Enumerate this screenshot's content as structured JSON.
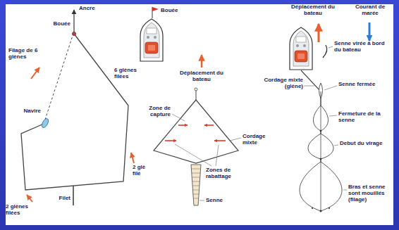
{
  "diagram": {
    "labels": [
      "Ancre",
      "Bouée",
      "Filage de 6 glènes",
      "Navire",
      "6 glènes filées",
      "Filet",
      "2 glènes filées",
      "2 glè filé",
      "Bouée",
      "Déplacement du bateau",
      "Zone de capture",
      "Cordage mixte",
      "Zones de rabattage",
      "Senne",
      "Déplacement du bateau",
      "Courant de marée",
      "Senne virée à bord du bateau",
      "Cordage mixte (glène)",
      "Senne fermée",
      "Fermeture de la senne",
      "Debut du virage",
      "Bras et senne sont mouillés (filage)"
    ]
  }
}
